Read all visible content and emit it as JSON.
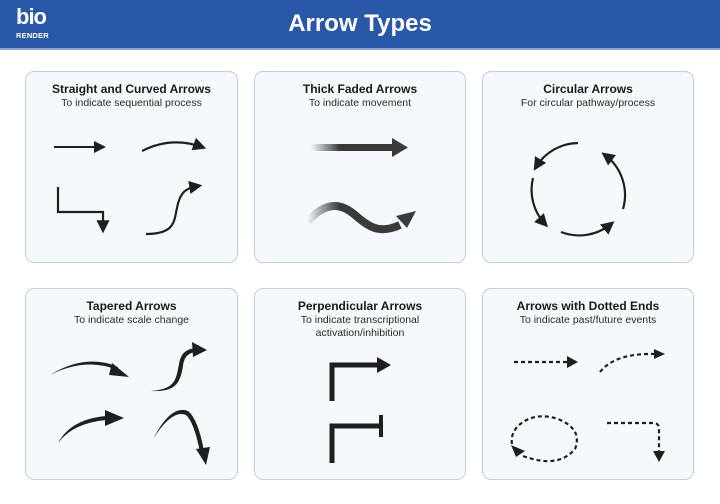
{
  "header": {
    "logo": {
      "top": "bio",
      "bottom": "RENDER"
    },
    "title": "Arrow Types",
    "background": "#2958a6"
  },
  "cards": [
    {
      "title": "Straight and Curved Arrows",
      "subtitle": "To indicate sequential process",
      "arrows": [
        "straight-arrow",
        "curved-arrow",
        "elbow-down-arrow",
        "s-curve-arrow"
      ]
    },
    {
      "title": "Thick Faded Arrows",
      "subtitle": "To indicate movement",
      "arrows": [
        "thick-faded-straight-arrow",
        "thick-faded-wave-arrow"
      ]
    },
    {
      "title": "Circular Arrows",
      "subtitle": "For circular pathway/process",
      "arrows": [
        "circular-arrow-cycle"
      ]
    },
    {
      "title": "Tapered Arrows",
      "subtitle": "To indicate scale change",
      "arrows": [
        "tapered-curve-arrow",
        "tapered-s-arrow",
        "tapered-rising-arrow",
        "tapered-arc-down-arrow"
      ]
    },
    {
      "title": "Perpendicular Arrows",
      "subtitle": "To indicate transcriptional activation/inhibition",
      "arrows": [
        "activation-arrow",
        "inhibition-arrow"
      ]
    },
    {
      "title": "Arrows with Dotted Ends",
      "subtitle": "To indicate past/future events",
      "arrows": [
        "dotted-straight-arrow",
        "dotted-curve-arrow",
        "dotted-loop-arrow",
        "dotted-elbow-arrow"
      ]
    }
  ],
  "colors": {
    "card_bg": "#f4f9fc",
    "card_border": "#c3cedd",
    "arrow": "#1f1f1f"
  }
}
